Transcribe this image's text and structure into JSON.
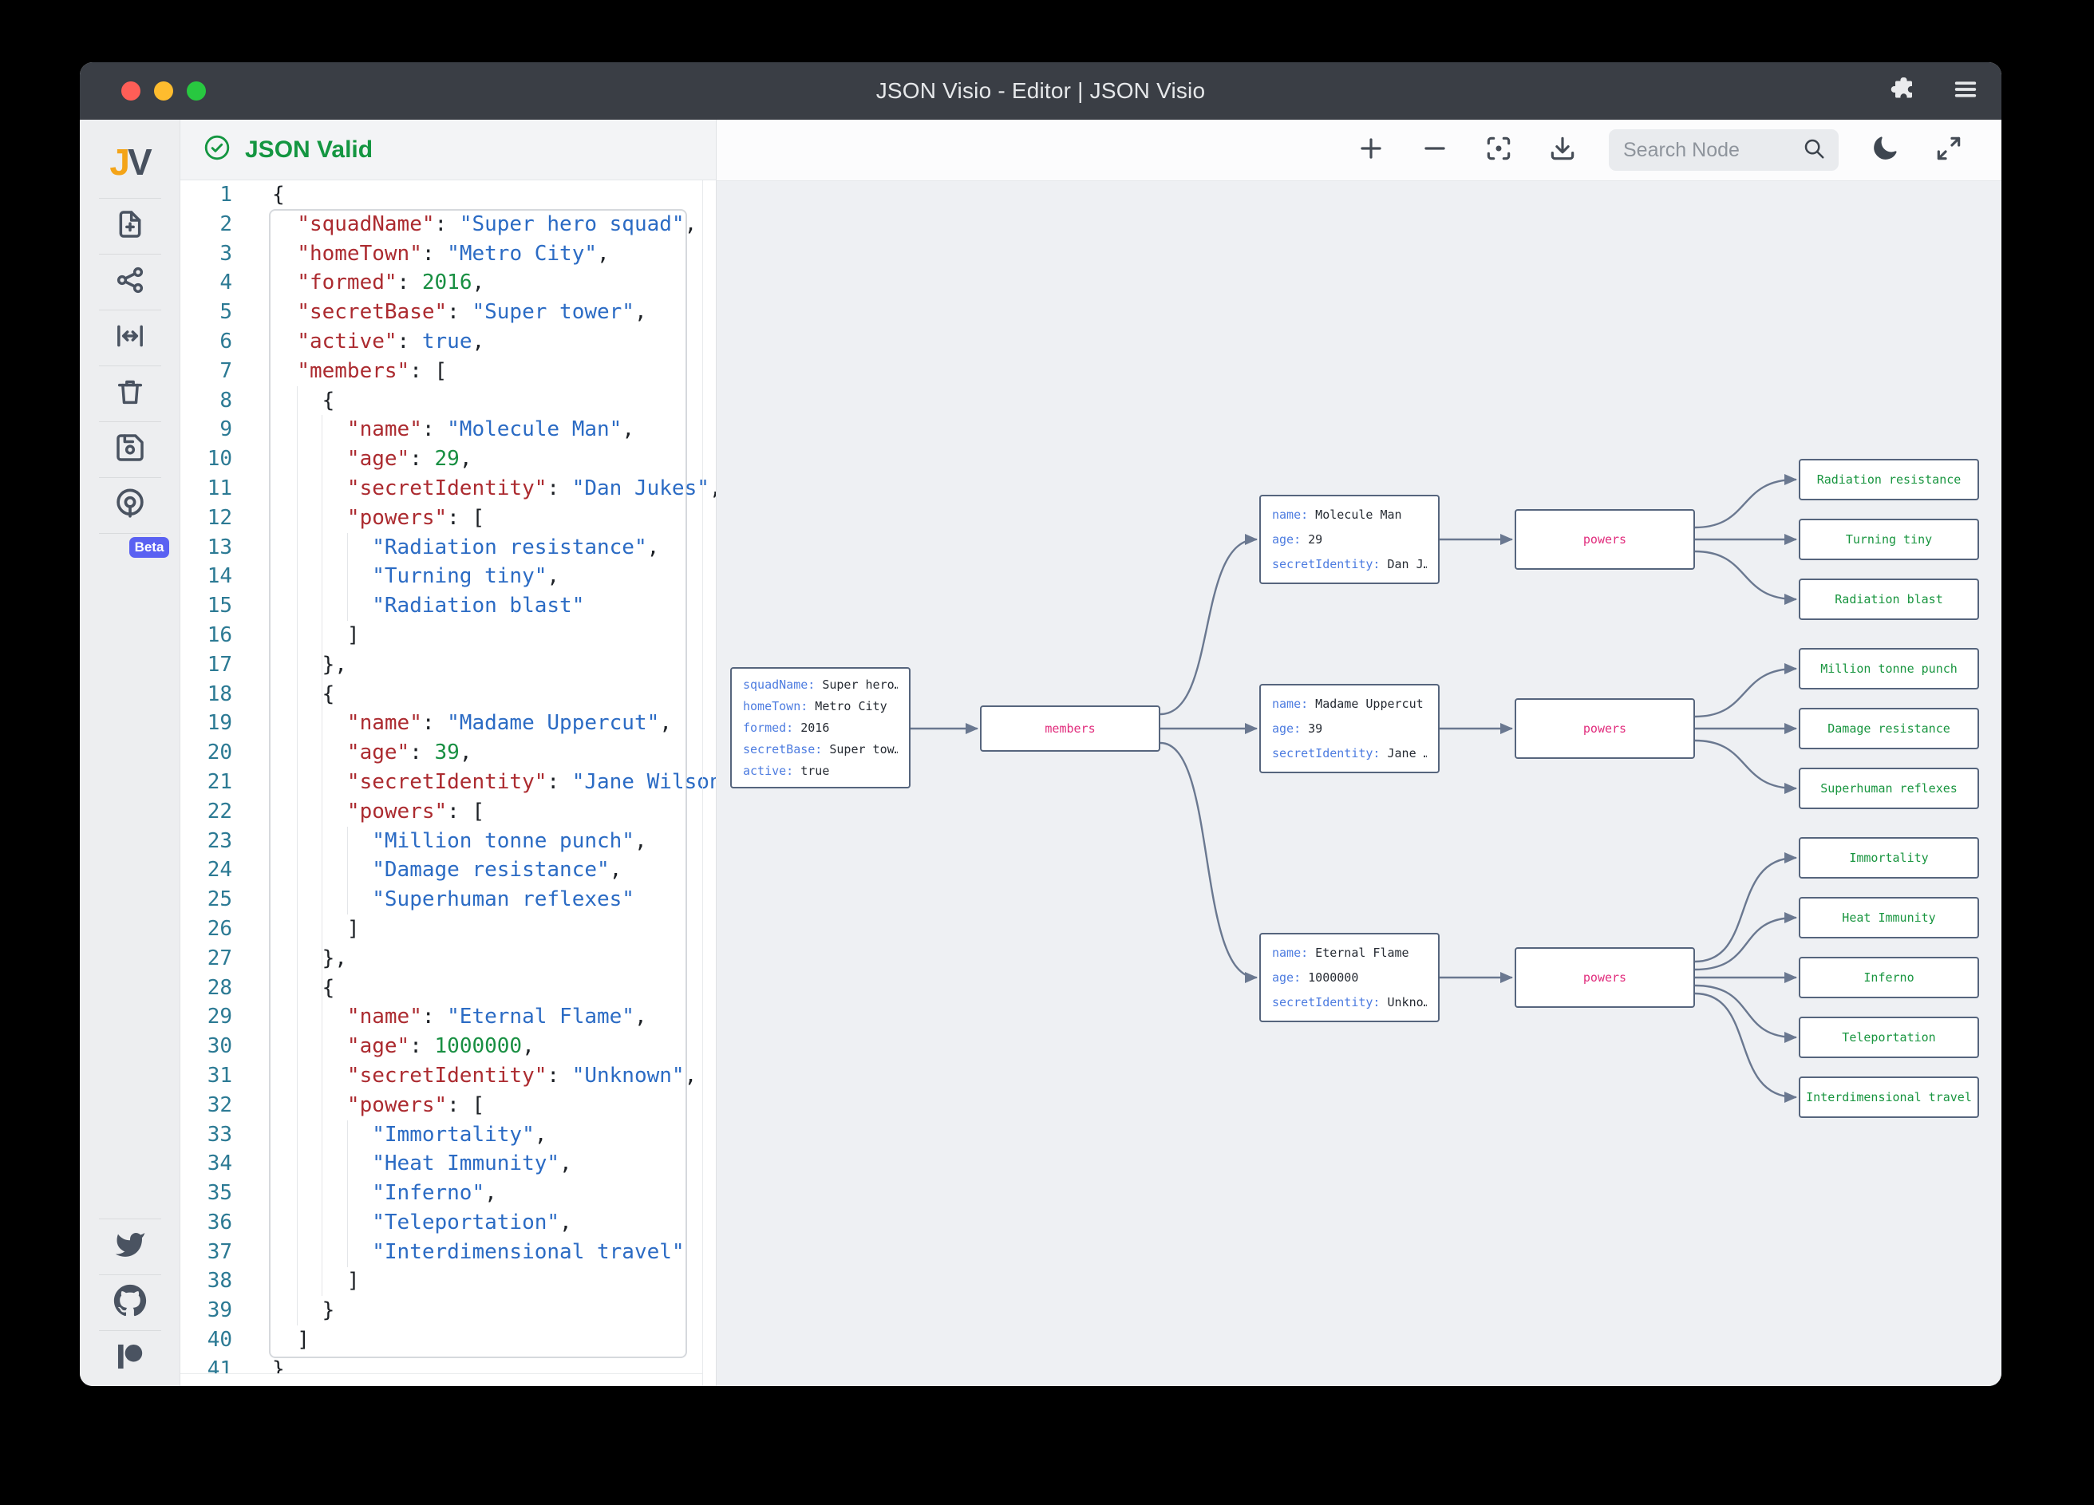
{
  "window": {
    "title": "JSON Visio - Editor | JSON Visio"
  },
  "titlebar": {
    "icons": [
      "extension-icon",
      "menu-icon"
    ]
  },
  "sidebar": {
    "logo_j": "J",
    "logo_v": "V",
    "beta_badge": "Beta",
    "icons": [
      "new-document-icon",
      "graph-icon",
      "fit-width-icon",
      "trash-icon",
      "save-icon",
      "beta-widget-icon",
      "twitter-icon",
      "github-icon",
      "patreon-icon"
    ]
  },
  "editor": {
    "status": "JSON Valid",
    "status_icon": "check-circle-icon",
    "lines": [
      [
        [
          "p",
          "{"
        ]
      ],
      [
        [
          "p",
          "  "
        ],
        [
          "k",
          "\"squadName\""
        ],
        [
          "p",
          ": "
        ],
        [
          "s",
          "\"Super hero squad\""
        ],
        [
          "p",
          ","
        ]
      ],
      [
        [
          "p",
          "  "
        ],
        [
          "k",
          "\"homeTown\""
        ],
        [
          "p",
          ": "
        ],
        [
          "s",
          "\"Metro City\""
        ],
        [
          "p",
          ","
        ]
      ],
      [
        [
          "p",
          "  "
        ],
        [
          "k",
          "\"formed\""
        ],
        [
          "p",
          ": "
        ],
        [
          "n",
          "2016"
        ],
        [
          "p",
          ","
        ]
      ],
      [
        [
          "p",
          "  "
        ],
        [
          "k",
          "\"secretBase\""
        ],
        [
          "p",
          ": "
        ],
        [
          "s",
          "\"Super tower\""
        ],
        [
          "p",
          ","
        ]
      ],
      [
        [
          "p",
          "  "
        ],
        [
          "k",
          "\"active\""
        ],
        [
          "p",
          ": "
        ],
        [
          "b",
          "true"
        ],
        [
          "p",
          ","
        ]
      ],
      [
        [
          "p",
          "  "
        ],
        [
          "k",
          "\"members\""
        ],
        [
          "p",
          ": ["
        ]
      ],
      [
        [
          "p",
          "    {"
        ]
      ],
      [
        [
          "p",
          "      "
        ],
        [
          "k",
          "\"name\""
        ],
        [
          "p",
          ": "
        ],
        [
          "s",
          "\"Molecule Man\""
        ],
        [
          "p",
          ","
        ]
      ],
      [
        [
          "p",
          "      "
        ],
        [
          "k",
          "\"age\""
        ],
        [
          "p",
          ": "
        ],
        [
          "n",
          "29"
        ],
        [
          "p",
          ","
        ]
      ],
      [
        [
          "p",
          "      "
        ],
        [
          "k",
          "\"secretIdentity\""
        ],
        [
          "p",
          ": "
        ],
        [
          "s",
          "\"Dan Jukes\""
        ],
        [
          "p",
          ","
        ]
      ],
      [
        [
          "p",
          "      "
        ],
        [
          "k",
          "\"powers\""
        ],
        [
          "p",
          ": ["
        ]
      ],
      [
        [
          "p",
          "        "
        ],
        [
          "s",
          "\"Radiation resistance\""
        ],
        [
          "p",
          ","
        ]
      ],
      [
        [
          "p",
          "        "
        ],
        [
          "s",
          "\"Turning tiny\""
        ],
        [
          "p",
          ","
        ]
      ],
      [
        [
          "p",
          "        "
        ],
        [
          "s",
          "\"Radiation blast\""
        ]
      ],
      [
        [
          "p",
          "      ]"
        ]
      ],
      [
        [
          "p",
          "    },"
        ]
      ],
      [
        [
          "p",
          "    {"
        ]
      ],
      [
        [
          "p",
          "      "
        ],
        [
          "k",
          "\"name\""
        ],
        [
          "p",
          ": "
        ],
        [
          "s",
          "\"Madame Uppercut\""
        ],
        [
          "p",
          ","
        ]
      ],
      [
        [
          "p",
          "      "
        ],
        [
          "k",
          "\"age\""
        ],
        [
          "p",
          ": "
        ],
        [
          "n",
          "39"
        ],
        [
          "p",
          ","
        ]
      ],
      [
        [
          "p",
          "      "
        ],
        [
          "k",
          "\"secretIdentity\""
        ],
        [
          "p",
          ": "
        ],
        [
          "s",
          "\"Jane Wilson\""
        ],
        [
          "p",
          ","
        ]
      ],
      [
        [
          "p",
          "      "
        ],
        [
          "k",
          "\"powers\""
        ],
        [
          "p",
          ": ["
        ]
      ],
      [
        [
          "p",
          "        "
        ],
        [
          "s",
          "\"Million tonne punch\""
        ],
        [
          "p",
          ","
        ]
      ],
      [
        [
          "p",
          "        "
        ],
        [
          "s",
          "\"Damage resistance\""
        ],
        [
          "p",
          ","
        ]
      ],
      [
        [
          "p",
          "        "
        ],
        [
          "s",
          "\"Superhuman reflexes\""
        ]
      ],
      [
        [
          "p",
          "      ]"
        ]
      ],
      [
        [
          "p",
          "    },"
        ]
      ],
      [
        [
          "p",
          "    {"
        ]
      ],
      [
        [
          "p",
          "      "
        ],
        [
          "k",
          "\"name\""
        ],
        [
          "p",
          ": "
        ],
        [
          "s",
          "\"Eternal Flame\""
        ],
        [
          "p",
          ","
        ]
      ],
      [
        [
          "p",
          "      "
        ],
        [
          "k",
          "\"age\""
        ],
        [
          "p",
          ": "
        ],
        [
          "n",
          "1000000"
        ],
        [
          "p",
          ","
        ]
      ],
      [
        [
          "p",
          "      "
        ],
        [
          "k",
          "\"secretIdentity\""
        ],
        [
          "p",
          ": "
        ],
        [
          "s",
          "\"Unknown\""
        ],
        [
          "p",
          ","
        ]
      ],
      [
        [
          "p",
          "      "
        ],
        [
          "k",
          "\"powers\""
        ],
        [
          "p",
          ": ["
        ]
      ],
      [
        [
          "p",
          "        "
        ],
        [
          "s",
          "\"Immortality\""
        ],
        [
          "p",
          ","
        ]
      ],
      [
        [
          "p",
          "        "
        ],
        [
          "s",
          "\"Heat Immunity\""
        ],
        [
          "p",
          ","
        ]
      ],
      [
        [
          "p",
          "        "
        ],
        [
          "s",
          "\"Inferno\""
        ],
        [
          "p",
          ","
        ]
      ],
      [
        [
          "p",
          "        "
        ],
        [
          "s",
          "\"Teleportation\""
        ],
        [
          "p",
          ","
        ]
      ],
      [
        [
          "p",
          "        "
        ],
        [
          "s",
          "\"Interdimensional travel\""
        ]
      ],
      [
        [
          "p",
          "      ]"
        ]
      ],
      [
        [
          "p",
          "    }"
        ]
      ],
      [
        [
          "p",
          "  ]"
        ]
      ],
      [
        [
          "p",
          "}"
        ]
      ]
    ]
  },
  "toolbar": {
    "search_placeholder": "Search Node",
    "icons": [
      "zoom-in-icon",
      "zoom-out-icon",
      "center-focus-icon",
      "download-icon",
      "search-icon",
      "dark-mode-icon",
      "fullscreen-icon"
    ]
  },
  "graph": {
    "root": {
      "fields": [
        [
          "squadName",
          "Super hero…"
        ],
        [
          "homeTown",
          "Metro City"
        ],
        [
          "formed",
          "2016"
        ],
        [
          "secretBase",
          "Super tow…"
        ],
        [
          "active",
          "true"
        ]
      ]
    },
    "members_label": "members",
    "powers_label": "powers",
    "members": [
      {
        "fields": [
          [
            "name",
            "Molecule Man"
          ],
          [
            "age",
            "29"
          ],
          [
            "secretIdentity",
            "Dan J…"
          ]
        ],
        "powers": [
          "Radiation resistance",
          "Turning tiny",
          "Radiation blast"
        ]
      },
      {
        "fields": [
          [
            "name",
            "Madame Uppercut"
          ],
          [
            "age",
            "39"
          ],
          [
            "secretIdentity",
            "Jane …"
          ]
        ],
        "powers": [
          "Million tonne punch",
          "Damage resistance",
          "Superhuman reflexes"
        ]
      },
      {
        "fields": [
          [
            "name",
            "Eternal Flame"
          ],
          [
            "age",
            "1000000"
          ],
          [
            "secretIdentity",
            "Unkno…"
          ]
        ],
        "powers": [
          "Immortality",
          "Heat Immunity",
          "Inferno",
          "Teleportation",
          "Interdimensional travel"
        ]
      }
    ]
  },
  "colors": {
    "valid_green": "#149641",
    "node_key_blue": "#4D7CE0",
    "node_label_pink": "#E12D7D",
    "leaf_green": "#18953F",
    "beta_badge": "#5A61F2"
  }
}
